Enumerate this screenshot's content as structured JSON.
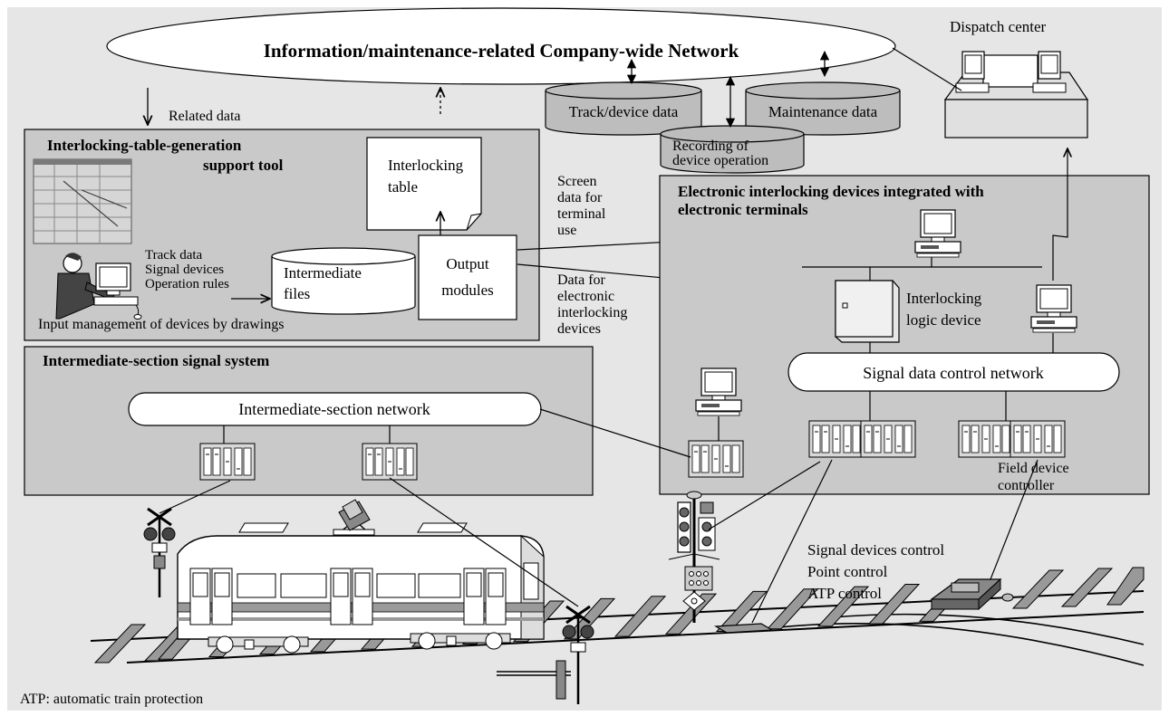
{
  "network": {
    "company_network": "Information/maintenance-related Company-wide Network"
  },
  "databases": {
    "track_device": "Track/device data",
    "maintenance": "Maintenance data",
    "recording_line1": "Recording of",
    "recording_line2": "device operation"
  },
  "dispatch": {
    "label": "Dispatch center"
  },
  "related_data": "Related data",
  "tool": {
    "title_line1": "Interlocking-table-generation",
    "title_line2": "support tool",
    "interlocking_table_line1": "Interlocking",
    "interlocking_table_line2": "table",
    "inputs": [
      "Track data",
      "Signal devices",
      "Operation rules"
    ],
    "intermediate_files_line1": "Intermediate",
    "intermediate_files_line2": "files",
    "output_modules_line1": "Output",
    "output_modules_line2": "modules",
    "input_management": "Input management of devices by drawings"
  },
  "flows": {
    "screen_data": [
      "Screen",
      "data for",
      "terminal",
      "use"
    ],
    "ei_data": [
      "Data for",
      "electronic",
      "interlocking",
      "devices"
    ]
  },
  "ei_panel": {
    "title_line1": "Electronic interlocking devices integrated with",
    "title_line2": "electronic terminals",
    "logic_line1": "Interlocking",
    "logic_line2": "logic device",
    "signal_network": "Signal data control network",
    "field_controller_line1": "Field device",
    "field_controller_line2": "controller"
  },
  "intermediate_section": {
    "title": "Intermediate-section signal system",
    "network": "Intermediate-section network"
  },
  "controls": [
    "Signal devices control",
    "Point control",
    "ATP control"
  ],
  "footnote": "ATP: automatic train protection"
}
